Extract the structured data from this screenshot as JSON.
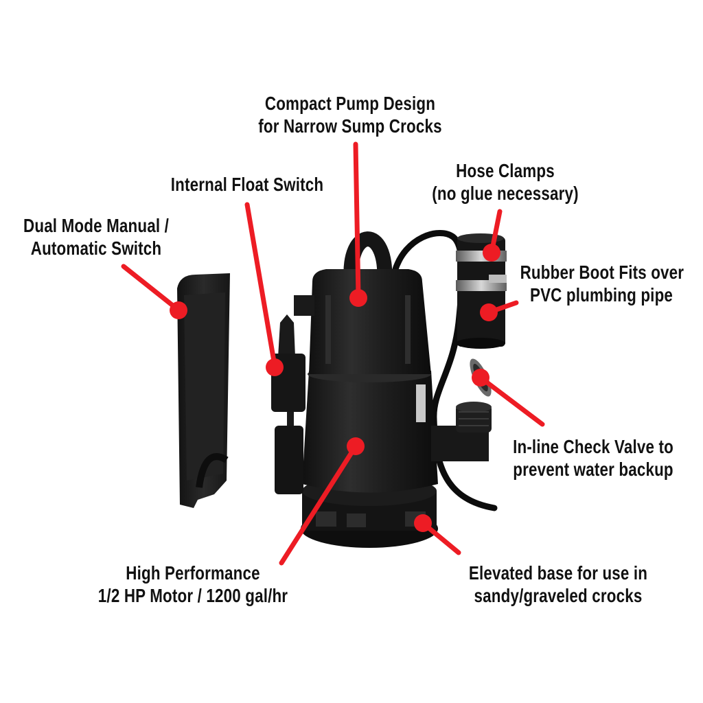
{
  "colors": {
    "background": "#ffffff",
    "callout": "#ed1c24",
    "label_text": "#111111",
    "pump_body": "#1b1b1b",
    "pump_highlight": "#3a3a3a",
    "metal": "#9a9a9a"
  },
  "labels": {
    "compact_design": {
      "line1": "Compact Pump Design",
      "line2": "for Narrow Sump Crocks"
    },
    "float_switch": {
      "line1": "Internal Float Switch"
    },
    "dual_mode": {
      "line1": "Dual Mode Manual /",
      "line2": "Automatic Switch"
    },
    "hose_clamps": {
      "line1": "Hose Clamps",
      "line2": "(no glue necessary)"
    },
    "rubber_boot": {
      "line1": "Rubber Boot Fits over",
      "line2": "PVC plumbing pipe"
    },
    "check_valve": {
      "line1": "In-line Check Valve to",
      "line2": "prevent water backup"
    },
    "motor": {
      "line1": "High Performance",
      "line2": "1/2 HP Motor / 1200 gal/hr"
    },
    "base": {
      "line1": "Elevated base for use in",
      "line2": "sandy/graveled crocks"
    }
  }
}
